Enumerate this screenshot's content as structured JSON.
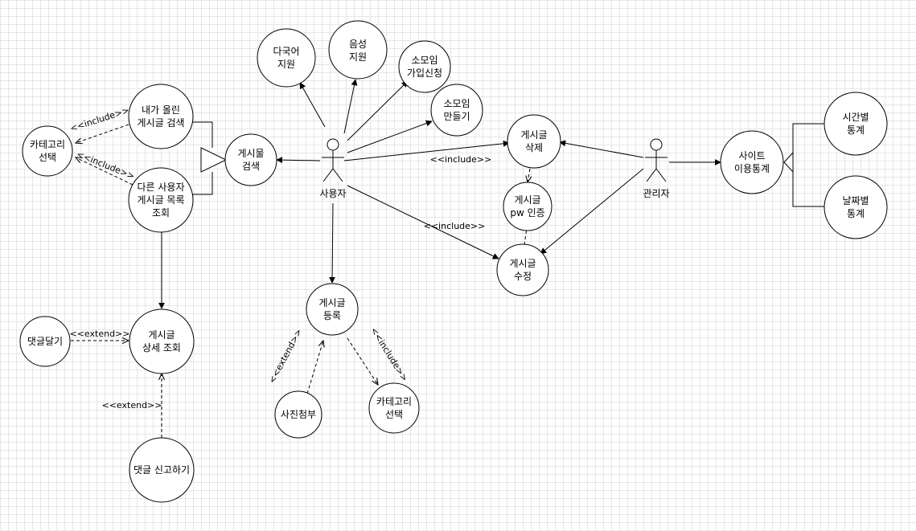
{
  "actors": {
    "user": "사용자",
    "admin": "관리자"
  },
  "usecases": {
    "multilang": [
      "다국어",
      "지원"
    ],
    "voice": [
      "음성",
      "지원"
    ],
    "club_join": [
      "소모임",
      "가입신청"
    ],
    "club_make": [
      "소모임",
      "만들기"
    ],
    "post_delete": [
      "게시글",
      "삭제"
    ],
    "pw_auth": [
      "게시글",
      "pw 인증"
    ],
    "post_edit": [
      "게시글",
      "수정"
    ],
    "site_stats": [
      "사이트",
      "이용통계"
    ],
    "time_stats": [
      "시간별",
      "통계"
    ],
    "date_stats": [
      "날짜별",
      "통계"
    ],
    "post_search": [
      "게시물",
      "검색"
    ],
    "my_search": [
      "내가 올린",
      "게시글 검색"
    ],
    "other_list": [
      "다른 사용자",
      "게시글 목록",
      "조회"
    ],
    "category_left": [
      "카테고리",
      "선택"
    ],
    "detail_view": [
      "게시글",
      "상세 조회"
    ],
    "comment": [
      "댓글달기"
    ],
    "report": [
      "댓글 신고하기"
    ],
    "post_register": [
      "게시글",
      "등록"
    ],
    "photo": [
      "사진첨부"
    ],
    "category_bottom": [
      "카테고리",
      "선택"
    ]
  },
  "labels": {
    "include": "<<include>>",
    "extend": "<<extend>>"
  }
}
